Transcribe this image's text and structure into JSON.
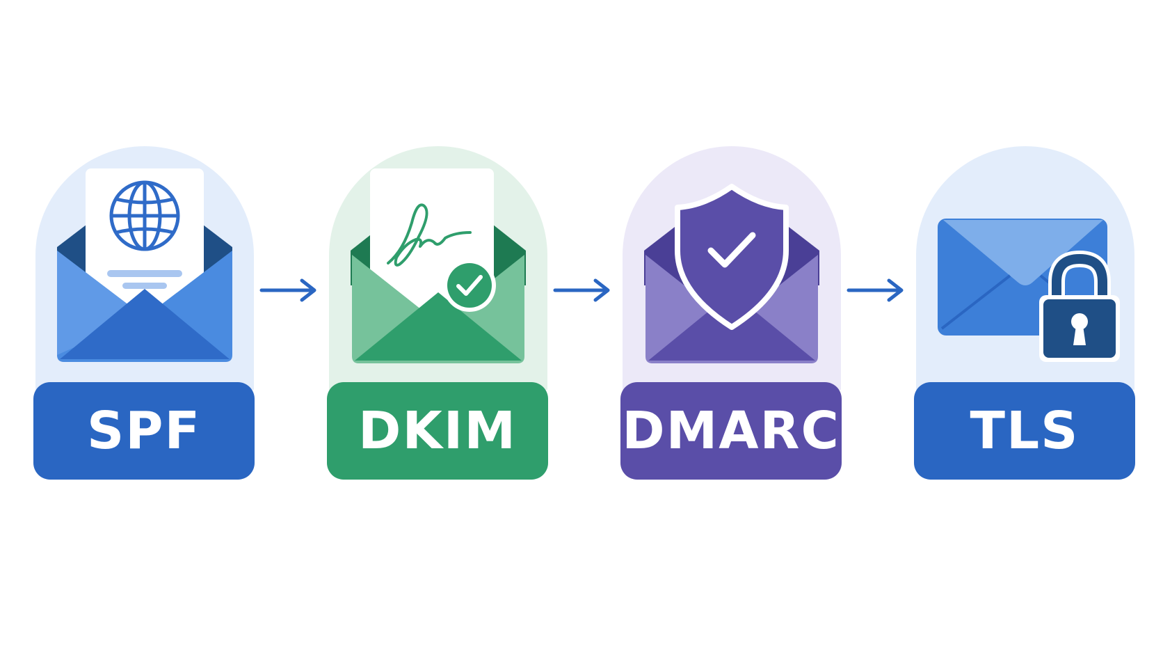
{
  "steps": [
    {
      "label": "SPF",
      "icon": "globe-document-envelope-icon",
      "arch_color": "#e3edfb",
      "label_color": "#2a66c2",
      "accent": "#2f6bc8"
    },
    {
      "label": "DKIM",
      "icon": "signature-check-envelope-icon",
      "arch_color": "#e3f2e9",
      "label_color": "#2f9e6c",
      "accent": "#2f9e6c"
    },
    {
      "label": "DMARC",
      "icon": "shield-check-envelope-icon",
      "arch_color": "#ece9f8",
      "label_color": "#5a4ea8",
      "accent": "#5a4ea8"
    },
    {
      "label": "TLS",
      "icon": "padlock-envelope-icon",
      "arch_color": "#e3edfb",
      "label_color": "#2a66c2",
      "accent": "#1f4f86"
    }
  ],
  "connector": {
    "icon": "arrow-right-icon",
    "color": "#2a66c2"
  }
}
